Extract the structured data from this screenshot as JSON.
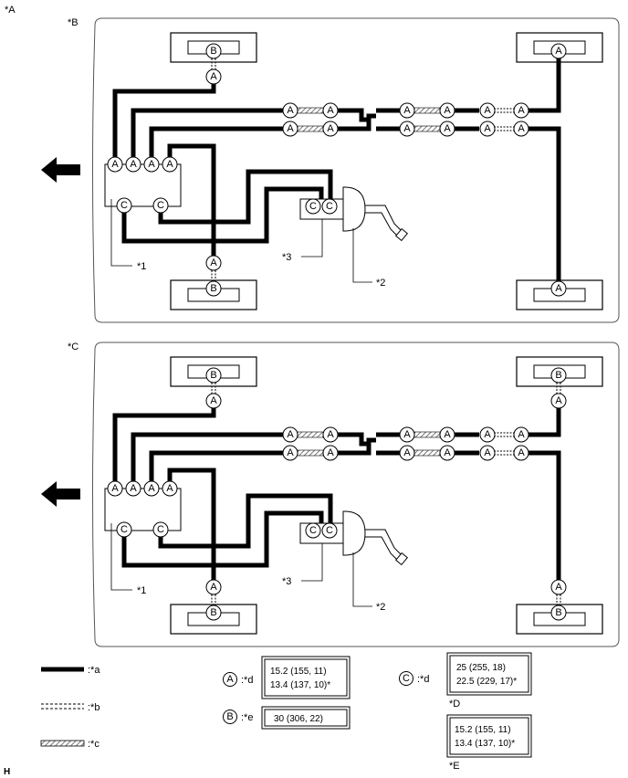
{
  "figure_label": "*A",
  "footer_mark": "H",
  "panels": [
    {
      "id": "top",
      "label": "*B",
      "connectors": {
        "fl": "B",
        "fr": "A",
        "rl": "B",
        "rr": "A",
        "fl_joint": "A",
        "rl_joint": "A",
        "unit_top": [
          "A",
          "A",
          "A",
          "A"
        ],
        "unit_bottom": [
          "C",
          "C"
        ],
        "mc": [
          "C",
          "C"
        ],
        "upper_run": [
          "A",
          "A",
          "A",
          "A",
          "A",
          "A"
        ],
        "lower_run": [
          "A",
          "A",
          "A",
          "A",
          "A",
          "A"
        ]
      },
      "callouts": {
        "unit": "*1",
        "master_cylinder": "*2",
        "fitting": "*3"
      }
    },
    {
      "id": "bottom",
      "label": "*C",
      "connectors": {
        "fl": "B",
        "fr": "B",
        "rl": "B",
        "rr": "B",
        "fl_joint": "A",
        "fr_joint": "A",
        "rl_joint": "A",
        "rr_joint": "A",
        "unit_top": [
          "A",
          "A",
          "A",
          "A"
        ],
        "unit_bottom": [
          "C",
          "C"
        ],
        "mc": [
          "C",
          "C"
        ],
        "upper_run": [
          "A",
          "A",
          "A",
          "A",
          "A",
          "A"
        ],
        "lower_run": [
          "A",
          "A",
          "A",
          "A",
          "A",
          "A"
        ]
      },
      "callouts": {
        "unit": "*1",
        "master_cylinder": "*2",
        "fitting": "*3"
      }
    }
  ],
  "legend": {
    "solid": ":*a",
    "dashed": ":*b",
    "hatched": ":*c"
  },
  "specs": [
    {
      "letter": "A",
      "suffix": ":*d",
      "lines": [
        "15.2 (155, 11)",
        "13.4 (137, 10)*"
      ]
    },
    {
      "letter": "B",
      "suffix": ":*e",
      "lines": [
        "30 (306, 22)"
      ]
    },
    {
      "letter": "C",
      "suffix": ":*d",
      "lines": [
        "25 (255, 18)",
        "22.5 (229, 17)*"
      ],
      "note": "*D"
    },
    {
      "letter": "",
      "suffix": "",
      "lines": [
        "15.2 (155, 11)",
        "13.4 (137, 10)*"
      ],
      "note": "*E"
    }
  ]
}
